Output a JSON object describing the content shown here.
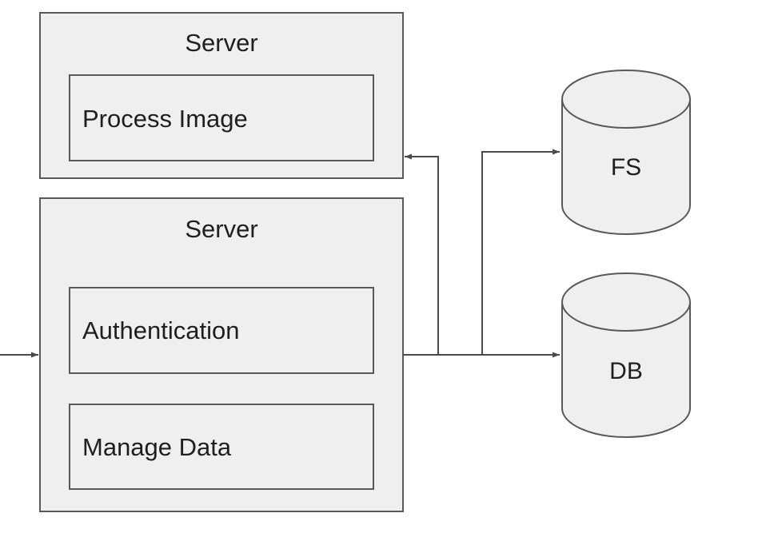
{
  "diagram": {
    "servers": [
      {
        "title": "Server",
        "modules": [
          "Process Image"
        ]
      },
      {
        "title": "Server",
        "modules": [
          "Authentication",
          "Manage Data"
        ]
      }
    ],
    "stores": [
      "FS",
      "DB"
    ]
  },
  "colors": {
    "box_fill": "#efefef",
    "box_stroke": "#595959",
    "connector": "#4a4a4a",
    "text": "#1f1f1f"
  }
}
